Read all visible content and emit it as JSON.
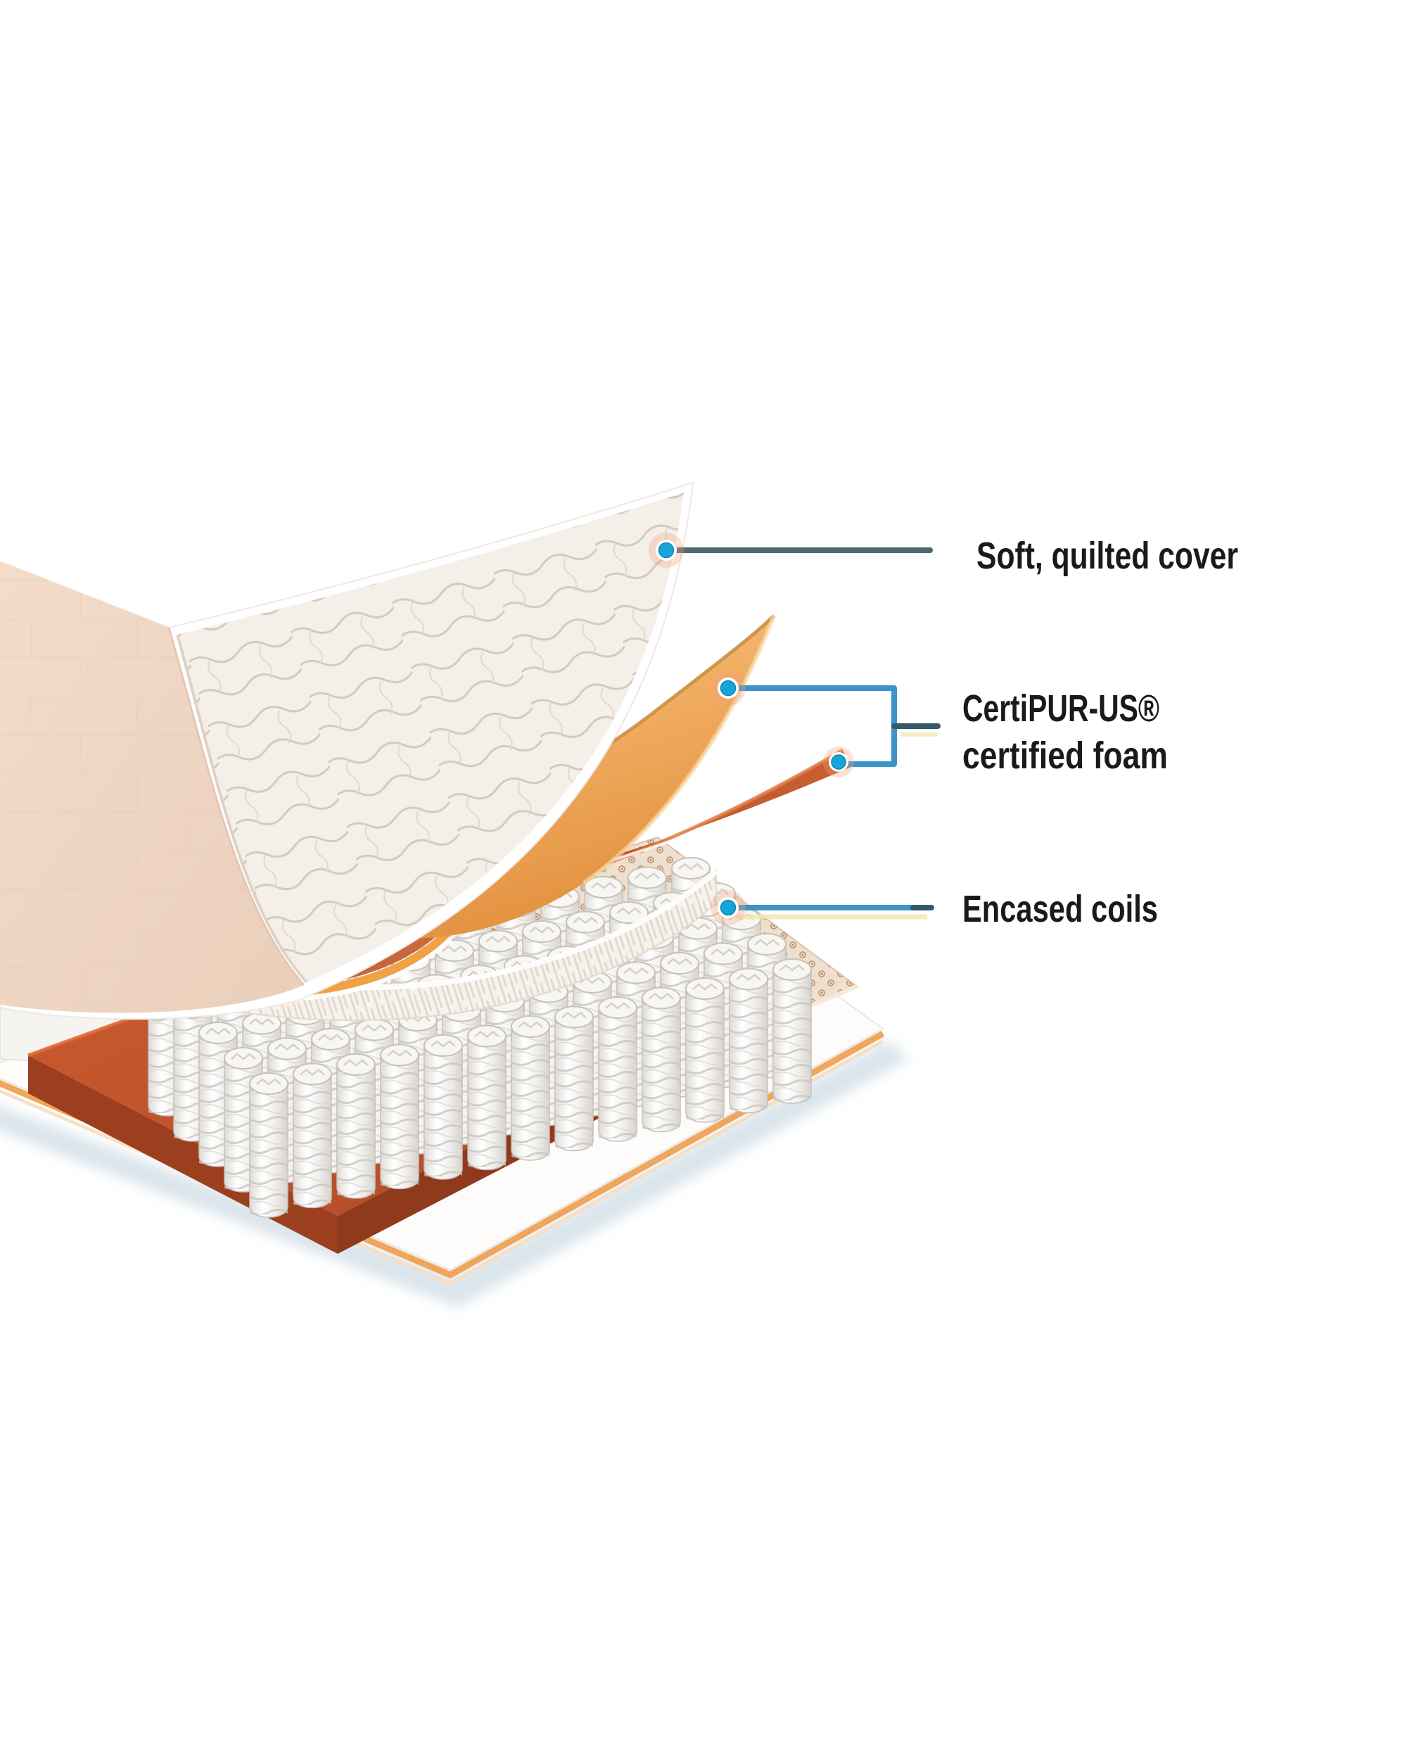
{
  "background_color": "#ffffff",
  "illustration": {
    "kind": "mattress-exploded-layers",
    "layers": [
      {
        "name": "quilted cover",
        "outer_color": "#f0d7c5",
        "inner_color": "#f4efe8",
        "stitch_color": "#d2c5ba"
      },
      {
        "name": "foam comfort layer",
        "top_color": "#f2b369",
        "underside_color": "#d47e55",
        "edge_trim_color": "#efa04b"
      },
      {
        "name": "transition foam sheet",
        "color": "#bf5a2f"
      },
      {
        "name": "encased coil unit",
        "coil_color": "#f3f2f0",
        "rib_color": "#c9c6c1"
      },
      {
        "name": "perforated base layer",
        "color": "#ecdccb",
        "dot_color": "#c09271"
      },
      {
        "name": "base foam slab",
        "color": "#c05227"
      },
      {
        "name": "foundation tray",
        "color": "#fcfbfa",
        "trim_color": "#ee9c49"
      }
    ]
  },
  "callouts": [
    {
      "id": "quilted-cover",
      "label": "Soft, quilted cover",
      "line_color": "#4e696e",
      "dot_color": "#18a4d9"
    },
    {
      "id": "certipur-foam",
      "label": "CertiPUR-US® certified foam",
      "lines": [
        "CertiPUR-US®",
        "certified foam"
      ],
      "line_color": "#3e93c8",
      "dot_color": "#18a4d9"
    },
    {
      "id": "encased-coils",
      "label": "Encased coils",
      "line_color": "#3e93c8",
      "dot_color": "#18a4d9"
    }
  ],
  "text_color": "#1a1a1a"
}
